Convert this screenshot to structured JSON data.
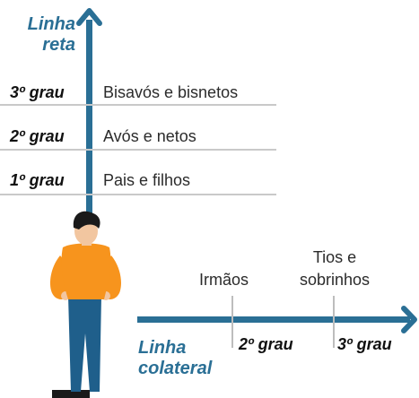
{
  "vertical_axis": {
    "title_line1": "Linha",
    "title_line2": "reta",
    "levels": [
      {
        "degree": "3º grau",
        "relatives": "Bisavós e bisnetos"
      },
      {
        "degree": "2º grau",
        "relatives": "Avós e netos"
      },
      {
        "degree": "1º grau",
        "relatives": "Pais e filhos"
      }
    ]
  },
  "horizontal_axis": {
    "title_line1": "Linha",
    "title_line2": "colateral",
    "points": [
      {
        "relatives_line1": "Irmãos",
        "relatives_line2": "",
        "degree": "2º grau"
      },
      {
        "relatives_line1": "Tios e",
        "relatives_line2": "sobrinhos",
        "degree": "3º grau"
      }
    ]
  },
  "colors": {
    "axis": "#2a6f95",
    "shirt": "#f7941d",
    "pants": "#1f5f8b",
    "hair": "#1a1a1a",
    "skin": "#f2c6a0",
    "separator": "#c9c9c9"
  }
}
